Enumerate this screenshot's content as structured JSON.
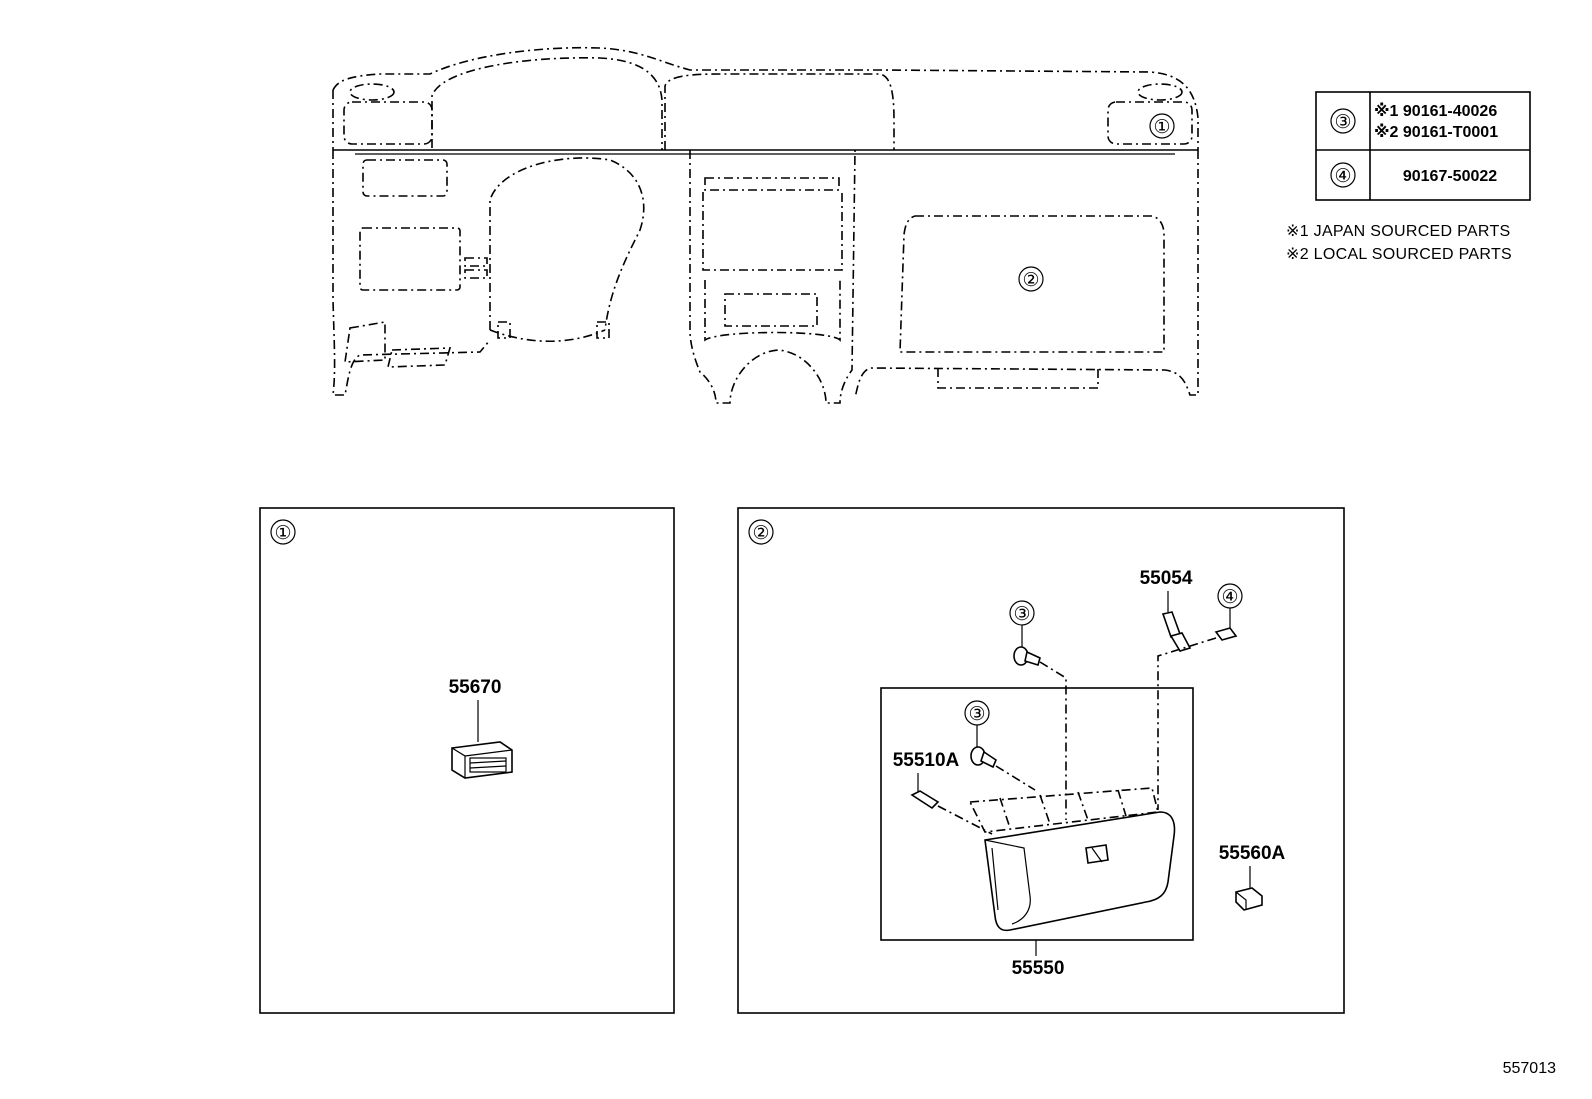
{
  "table": {
    "rows": [
      {
        "ref": "③",
        "lines": [
          "※1 90161-40026",
          "※2 90161-T0001"
        ]
      },
      {
        "ref": "④",
        "lines": [
          "90167-50022"
        ]
      }
    ]
  },
  "notes": [
    "※1 JAPAN SOURCED PARTS",
    "※2 LOCAL SOURCED PARTS"
  ],
  "overview": {
    "callout_1": "①",
    "callout_2": "②"
  },
  "box1": {
    "callout": "①",
    "part_vent": "55670"
  },
  "box2": {
    "callout": "②",
    "screw_ref_upper": "③",
    "screw_ref_lower": "③",
    "clip_ref": "④",
    "part_damper": "55054",
    "part_hinge": "55510A",
    "part_lock": "55560A",
    "part_glovebox": "55550"
  },
  "figure_number": "557013"
}
